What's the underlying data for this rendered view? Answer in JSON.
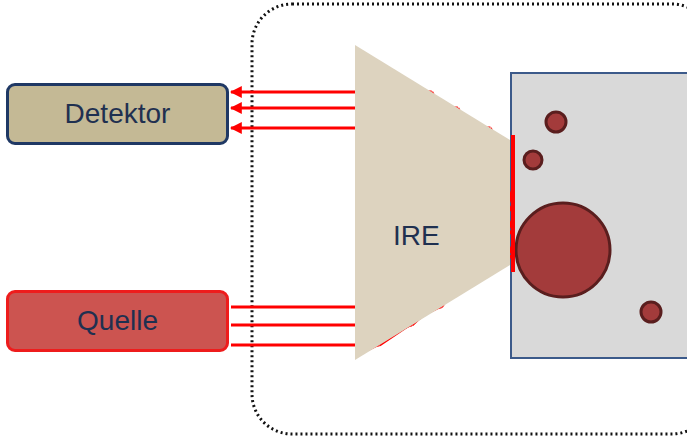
{
  "diagram": {
    "nodes": [
      {
        "text": [
          "Detektor"
        ]
      },
      {
        "text": [
          "IRE"
        ]
      },
      {
        "text": [
          "Quelle"
        ]
      }
    ],
    "edges": [
      {
        "from": 2,
        "to": 1,
        "arrow": "to"
      },
      {
        "from": 2,
        "to": 1,
        "arrow": "to"
      },
      {
        "from": 2,
        "to": 1,
        "arrow": "to"
      },
      {
        "from": 1,
        "to": 0,
        "arrow": "to"
      },
      {
        "from": 1,
        "to": 0,
        "arrow": "to"
      },
      {
        "from": 1,
        "to": 0,
        "arrow": "to"
      }
    ]
  }
}
